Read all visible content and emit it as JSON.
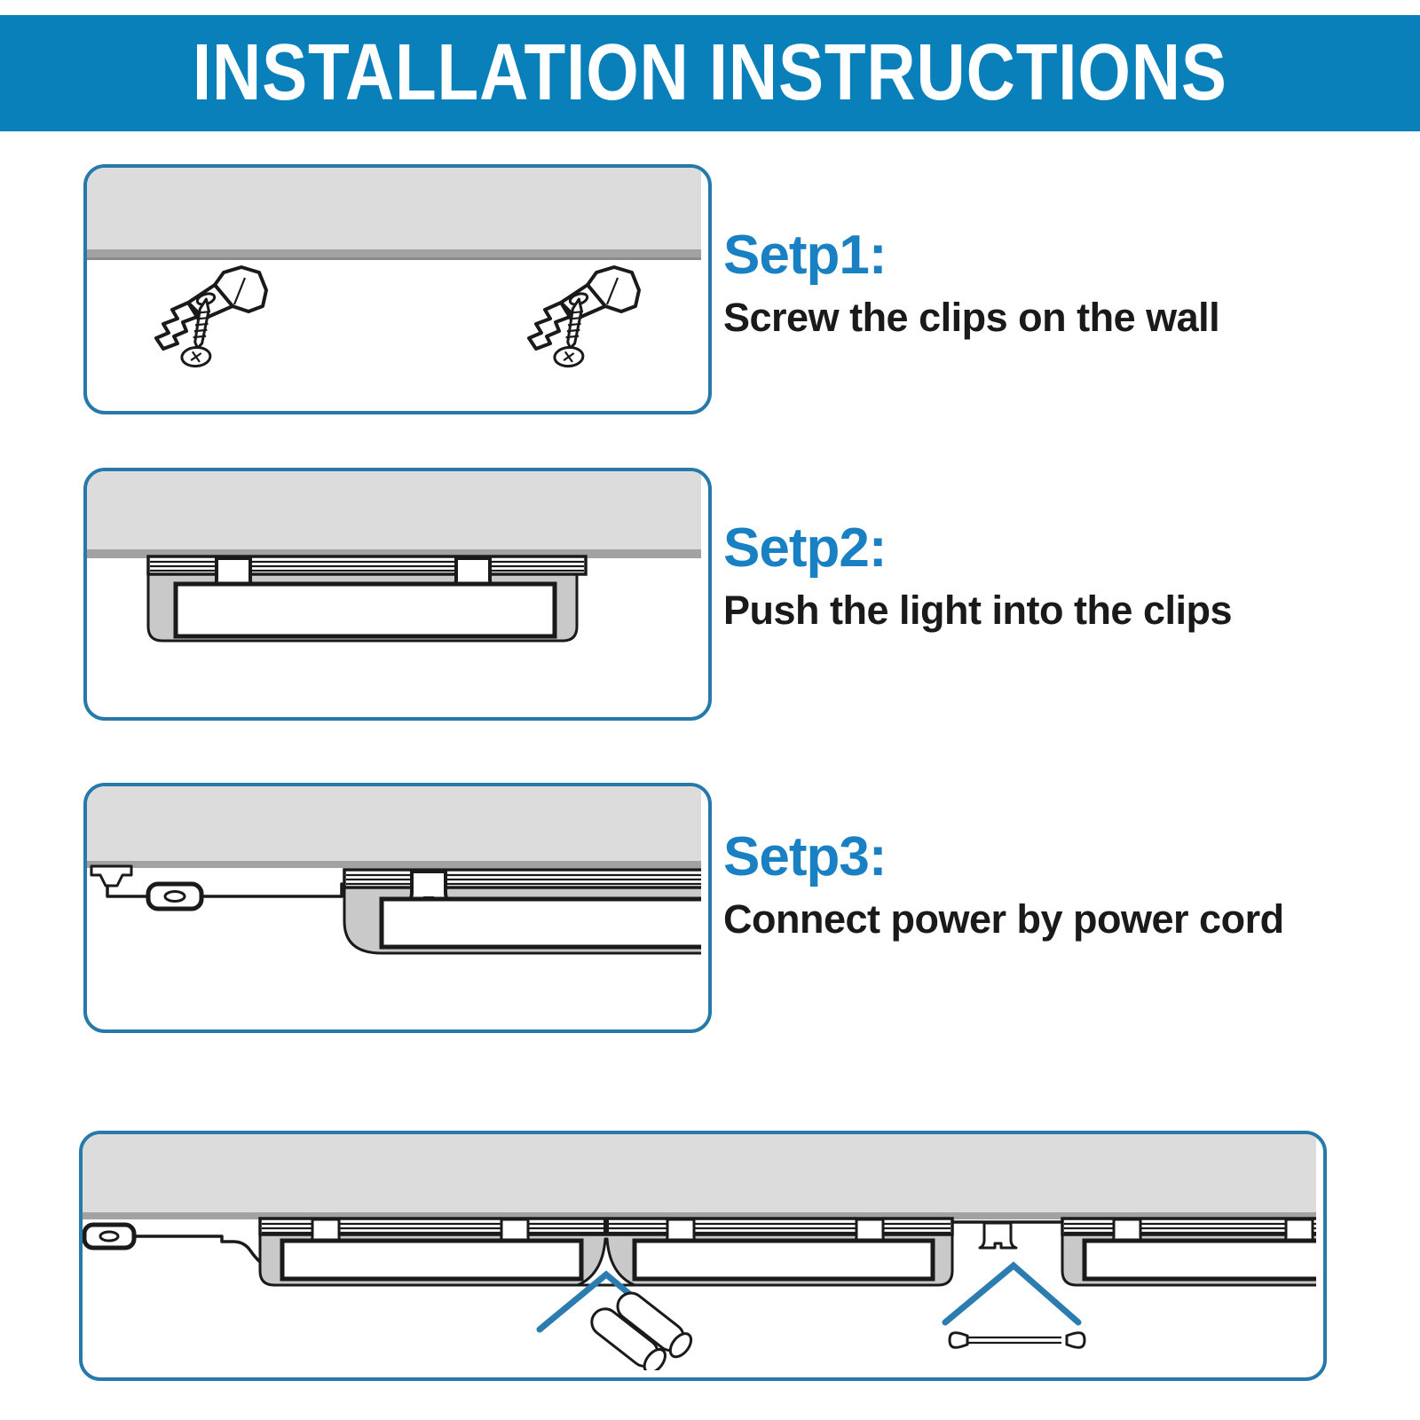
{
  "header": {
    "title": "INSTALLATION INSTRUCTIONS"
  },
  "steps": [
    {
      "title": "Setp1:",
      "description": "Screw the clips on the wall"
    },
    {
      "title": "Setp2:",
      "description": "Push the light into the clips"
    },
    {
      "title": "Setp3:",
      "description": "Connect power by power cord"
    }
  ],
  "illustrations": {
    "step1": "two mounting clips fastened with screws under wall",
    "step2": "light fixture pushed into the two clips",
    "step3": "power plug and inline switch cord connected to light",
    "combined": "three linked lights with joint connector and linking cord"
  },
  "colors": {
    "page-bg": "#ffffff",
    "header-bg": "#0a80ba",
    "header-text": "#ffffff",
    "accent": "#1a80c4",
    "text": "#1a1a1a",
    "panel-border": "#2679a9",
    "chevron": "#2b7cb0",
    "wall": "#dcdcdc",
    "strip": "#a2a2a2",
    "fixture": "#c9c9c9",
    "ink": "#1a1a1a"
  }
}
